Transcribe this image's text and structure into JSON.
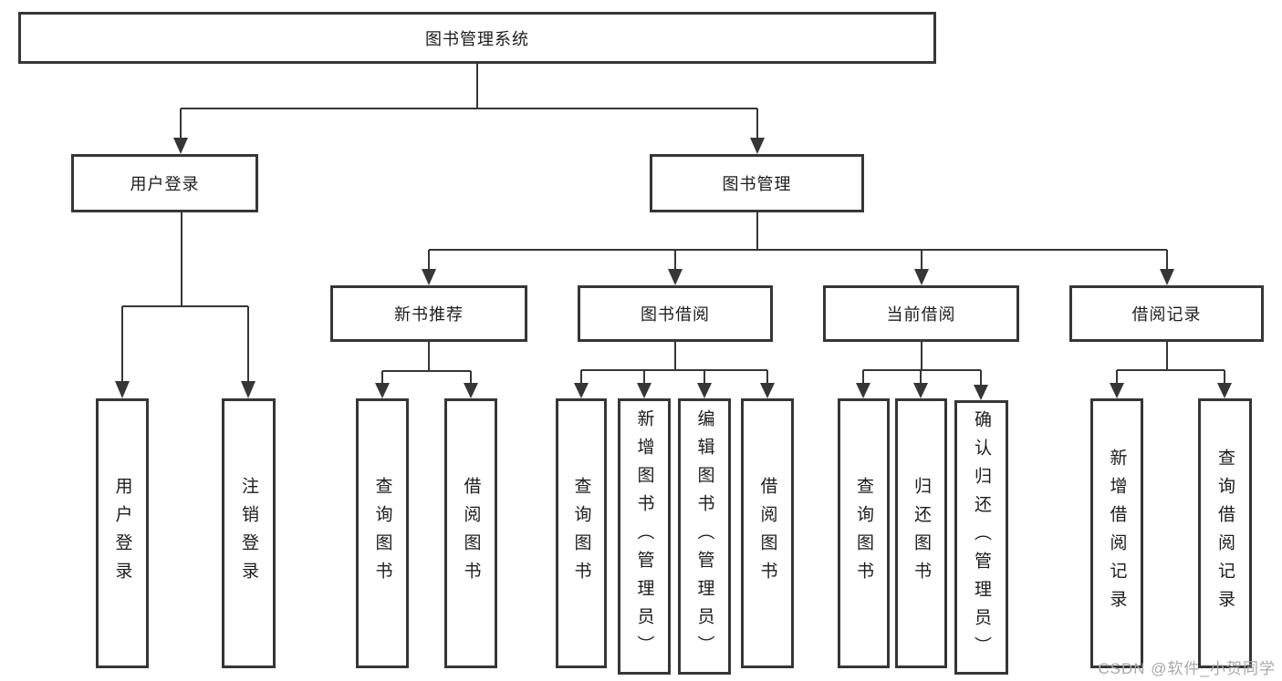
{
  "tree": {
    "root": {
      "label": "图书管理系统",
      "children": [
        {
          "label": "用户登录",
          "children": [
            {
              "label": "用户登录"
            },
            {
              "label": "注销登录"
            }
          ]
        },
        {
          "label": "图书管理",
          "children": [
            {
              "label": "新书推荐",
              "children": [
                {
                  "label": "查询图书"
                },
                {
                  "label": "借阅图书"
                }
              ]
            },
            {
              "label": "图书借阅",
              "children": [
                {
                  "label": "查询图书"
                },
                {
                  "label": "新增图书（管理员）"
                },
                {
                  "label": "编辑图书（管理员）"
                },
                {
                  "label": "借阅图书"
                }
              ]
            },
            {
              "label": "当前借阅",
              "children": [
                {
                  "label": "查询图书"
                },
                {
                  "label": "归还图书"
                },
                {
                  "label": "确认归还（管理员）"
                }
              ]
            },
            {
              "label": "借阅记录",
              "children": [
                {
                  "label": "新增借阅记录"
                },
                {
                  "label": "查询借阅记录"
                }
              ]
            }
          ]
        }
      ]
    }
  },
  "watermark": {
    "text": "CSDN @软件_小贺同学"
  },
  "colors": {
    "line": "#363636",
    "box_border": "#363636",
    "text": "#1c1c1c",
    "watermark": "#a9a9a9",
    "background": "#ffffff"
  }
}
